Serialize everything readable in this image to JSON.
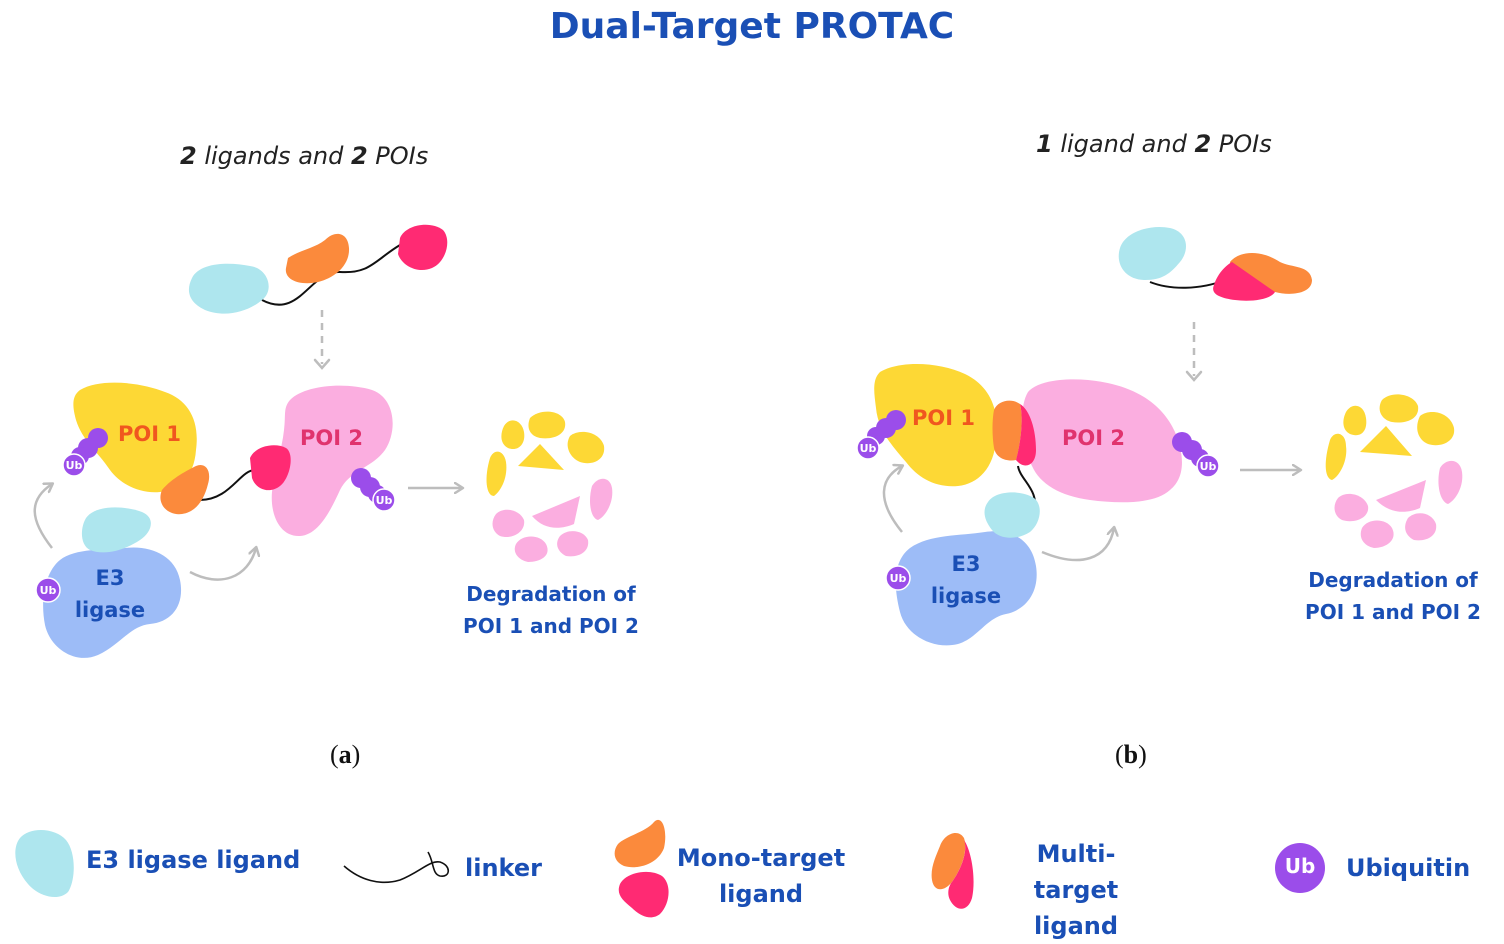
{
  "title": "Dual-Target PROTAC",
  "panel_a": {
    "heading_num1": "2",
    "heading_mid": " ligands and ",
    "heading_num2": "2",
    "heading_end": " POIs",
    "poi1": "POI 1",
    "poi2": "POI 2",
    "e3_line1": "E3",
    "e3_line2": "ligase",
    "ub": "Ub",
    "degradation_line1": "Degradation of",
    "degradation_line2": "POI 1 and POI 2",
    "label_open": "(",
    "label_letter": "a",
    "label_close": ")"
  },
  "panel_b": {
    "heading_num1": "1",
    "heading_mid": " ligand and ",
    "heading_num2": "2",
    "heading_end": " POIs",
    "poi1": "POI 1",
    "poi2": "POI 2",
    "e3_line1": "E3",
    "e3_line2": "ligase",
    "ub": "Ub",
    "degradation_line1": "Degradation of",
    "degradation_line2": "POI 1 and POI 2",
    "label_open": "(",
    "label_letter": "b",
    "label_close": ")"
  },
  "legend": {
    "e3_ligand": "E3 ligase ligand",
    "linker": "linker",
    "mono_line1": "Mono-target",
    "mono_line2": "ligand",
    "multi_line1": "Multi-target",
    "multi_line2": "ligand",
    "ub_badge": "Ub",
    "ubiquitin": "Ubiquitin"
  },
  "colors": {
    "title_blue": "#1a4fb5",
    "e3_ligand": "#aee6ee",
    "e3_ligase": "#9dbcf7",
    "poi1": "#fdd835",
    "poi2": "#fbaee0",
    "mono_ligand": "#fb8a3c",
    "multi_ligand": "#ff2a73",
    "ubiquitin": "#9b4dea",
    "arrow": "#bdbdbd"
  }
}
